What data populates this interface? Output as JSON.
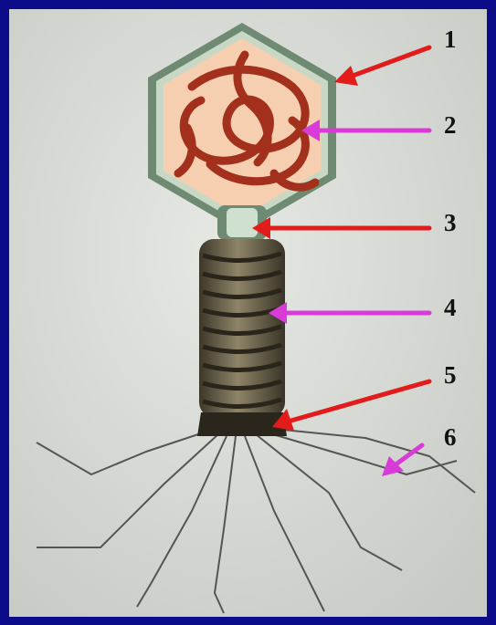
{
  "labels": [
    {
      "id": "1",
      "text": "1",
      "arrow_color": "#e21b1b"
    },
    {
      "id": "2",
      "text": "2",
      "arrow_color": "#d93bd9"
    },
    {
      "id": "3",
      "text": "3",
      "arrow_color": "#e21b1b"
    },
    {
      "id": "4",
      "text": "4",
      "arrow_color": "#d93bd9"
    },
    {
      "id": "5",
      "text": "5",
      "arrow_color": "#e21b1b"
    },
    {
      "id": "6",
      "text": "6",
      "arrow_color": "#d93bd9"
    }
  ],
  "colors": {
    "border": "#0c0c8a",
    "background": "#d7d9d4",
    "capsid_fill": "#f5cfb0",
    "capsid_shell": "#6f8a72",
    "dna": "#a3301c",
    "sheath": "#5e5743",
    "baseplate": "#2b261c",
    "fibers": "#4a4a4a"
  }
}
